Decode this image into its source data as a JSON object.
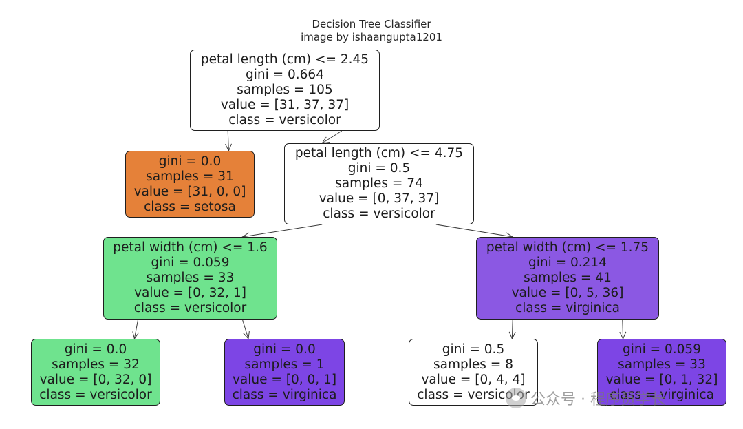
{
  "title": [
    "Decision Tree Classifier",
    "image by ishaangupta1201"
  ],
  "colors": {
    "white": "#ffffff",
    "orange": "#e58139",
    "green": "#6fe38e",
    "purple_light": "#8b58e3",
    "purple": "#7d45e5",
    "edge": "#3a3a3a"
  },
  "nodes": [
    {
      "lines": [
        "petal length (cm) <= 2.45",
        "gini = 0.664",
        "samples = 105",
        "value = [31, 37, 37]",
        "class = versicolor"
      ],
      "fill": "#ffffff"
    },
    {
      "lines": [
        "gini = 0.0",
        "samples = 31",
        "value = [31, 0, 0]",
        "class = setosa"
      ],
      "fill": "#e58139"
    },
    {
      "lines": [
        "petal length (cm) <= 4.75",
        "gini = 0.5",
        "samples = 74",
        "value = [0, 37, 37]",
        "class = versicolor"
      ],
      "fill": "#ffffff"
    },
    {
      "lines": [
        "petal width (cm) <= 1.6",
        "gini = 0.059",
        "samples = 33",
        "value = [0, 32, 1]",
        "class = versicolor"
      ],
      "fill": "#6fe38e"
    },
    {
      "lines": [
        "petal width (cm) <= 1.75",
        "gini = 0.214",
        "samples = 41",
        "value = [0, 5, 36]",
        "class = virginica"
      ],
      "fill": "#8b58e3"
    },
    {
      "lines": [
        "gini = 0.0",
        "samples = 32",
        "value = [0, 32, 0]",
        "class = versicolor"
      ],
      "fill": "#6fe38e"
    },
    {
      "lines": [
        "gini = 0.0",
        "samples = 1",
        "value = [0, 0, 1]",
        "class = virginica"
      ],
      "fill": "#7d45e5"
    },
    {
      "lines": [
        "gini = 0.5",
        "samples = 8",
        "value = [0, 4, 4]",
        "class = versicolor"
      ],
      "fill": "#ffffff"
    },
    {
      "lines": [
        "gini = 0.059",
        "samples = 33",
        "value = [0, 1, 32]",
        "class = virginica"
      ],
      "fill": "#7d45e5"
    }
  ],
  "edges": [
    [
      0,
      1
    ],
    [
      0,
      2
    ],
    [
      2,
      3
    ],
    [
      2,
      4
    ],
    [
      3,
      5
    ],
    [
      3,
      6
    ],
    [
      4,
      7
    ],
    [
      4,
      8
    ]
  ],
  "watermark": "公众号 · 程序员学长"
}
